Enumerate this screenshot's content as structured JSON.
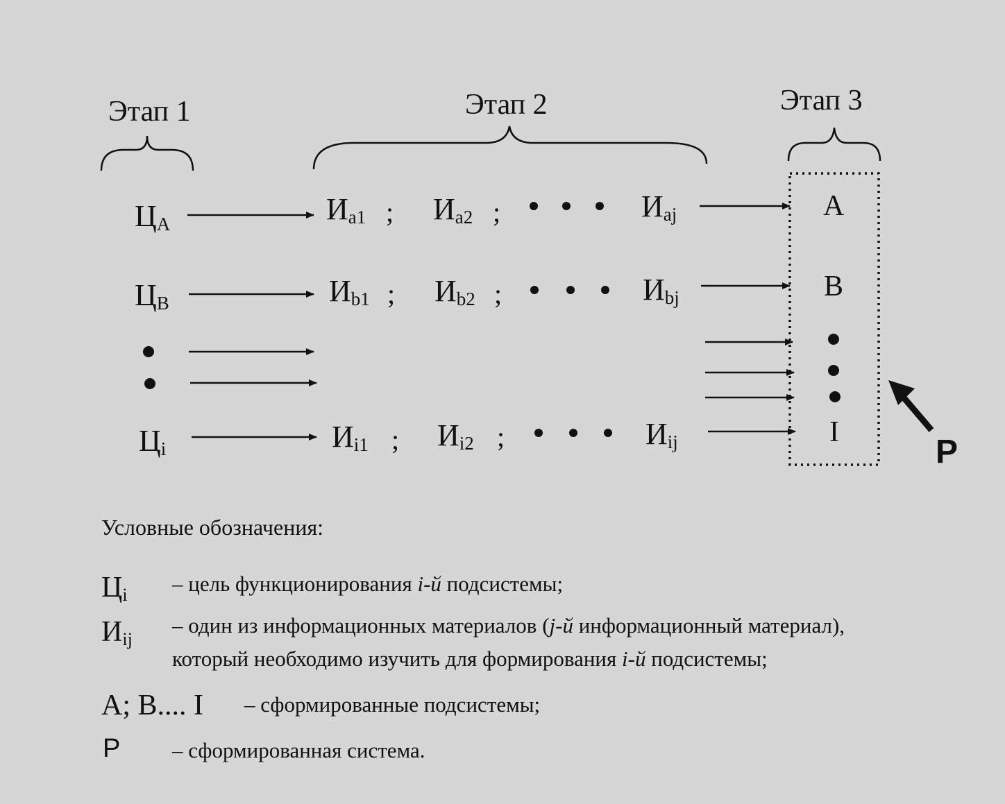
{
  "stages": {
    "stage1": "Этап 1",
    "stage2": "Этап 2",
    "stage3": "Этап 3"
  },
  "goal": {
    "letter": "Ц"
  },
  "info": {
    "letter": "И"
  },
  "rows": [
    {
      "goal_sub": "A",
      "info": [
        {
          "sub": "a1"
        },
        {
          "sub": "a2"
        }
      ],
      "info_last_sub": "aj",
      "output": "A"
    },
    {
      "goal_sub": "B",
      "info": [
        {
          "sub": "b1"
        },
        {
          "sub": "b2"
        }
      ],
      "info_last_sub": "bj",
      "output": "B"
    },
    {
      "goal_sub": "i",
      "info": [
        {
          "sub": "i1"
        },
        {
          "sub": "i2"
        }
      ],
      "info_last_sub": "ij",
      "output": "I"
    }
  ],
  "separator": ";",
  "system_label": "P",
  "legend": {
    "title": "Условные обозначения:",
    "items": [
      {
        "symbol": "Ц",
        "sub": "i",
        "text_pre": "– цель функционирования ",
        "text_it": "i-й",
        "text_post": " подсистемы;"
      },
      {
        "symbol": "И",
        "sub": "ij",
        "line1_pre": "– один из информационных материалов (",
        "line1_it": "j-й",
        "line1_post": " информационный материал),",
        "line2_pre": "который необходимо изучить для формирования ",
        "line2_it": "i-й",
        "line2_post": " подсистемы;"
      },
      {
        "symbol": "A; B.... I",
        "text": "– сформированные подсистемы;"
      },
      {
        "symbol": "P",
        "text": "– сформированная система."
      }
    ]
  }
}
